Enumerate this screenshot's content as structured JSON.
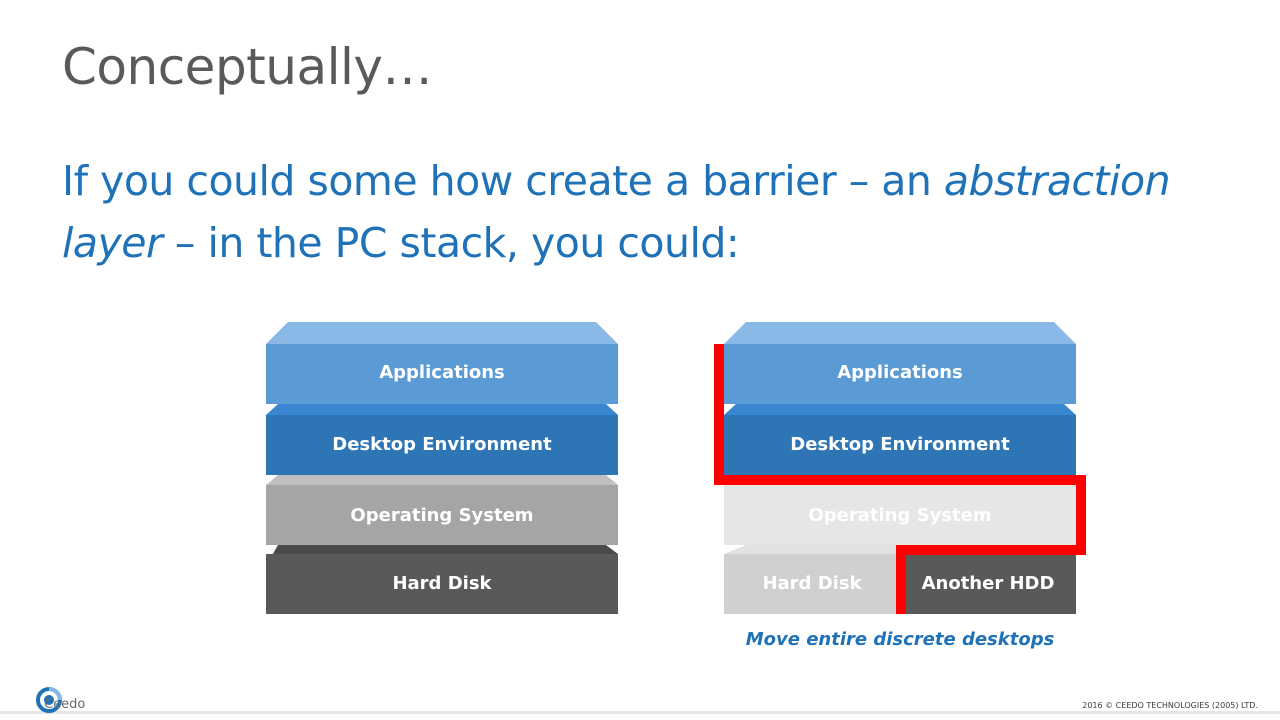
{
  "slide": {
    "title": "Conceptually…",
    "subtitle": {
      "part1": "If you could some how create a barrier – an ",
      "italic1": "abstraction layer",
      "part2": " – in the PC stack, you could:"
    }
  },
  "left_stack": {
    "layers": [
      "Applications",
      "Desktop Environment",
      "Operating System",
      "Hard Disk"
    ]
  },
  "right_stack": {
    "layers": [
      "Applications",
      "Desktop Environment",
      "Operating System",
      "Hard Disk",
      "Another HDD"
    ],
    "caption": "Move entire discrete desktops"
  },
  "footer": {
    "logo_text": "Ceedo",
    "copyright": "2016 © CEEDO TECHNOLOGIES (2005) LTD."
  },
  "colors": {
    "applications": "#5b9bd5",
    "desktop": "#2e75b6",
    "os": "#a5a5a5",
    "hdd": "#595959",
    "barrier": "#ff0000",
    "accent_text": "#1f72b8"
  }
}
